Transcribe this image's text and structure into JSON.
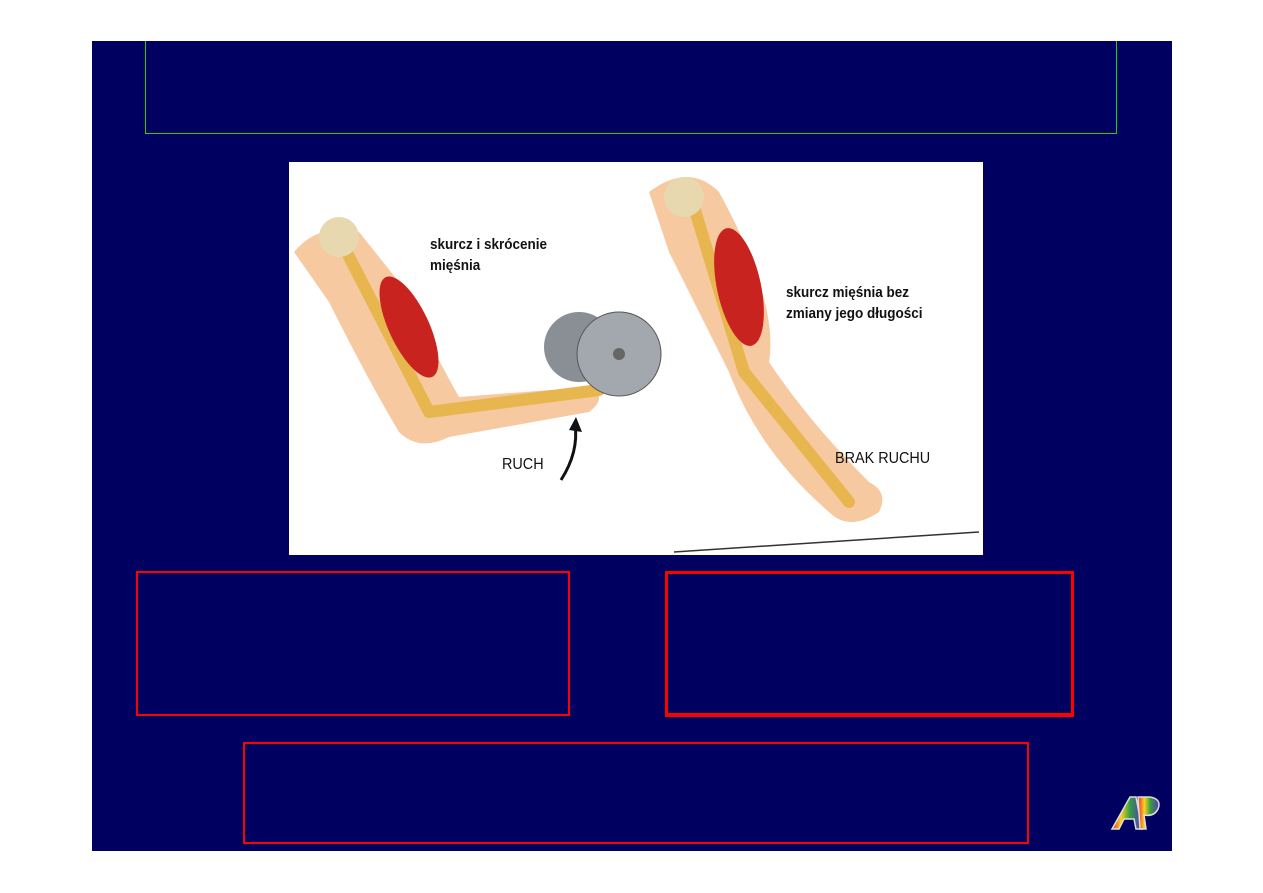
{
  "figure": {
    "label_left": "skurcz i skrócenie mięśnia",
    "label_right": "skurcz mięśnia bez zmiany jego długości",
    "label_ruch": "RUCH",
    "label_brak_ruchu": "BRAK RUCHU"
  },
  "logo": {
    "text": "AP"
  },
  "colors": {
    "background": "#000060",
    "box_border": "#ff0000",
    "title_border": "#22cc22"
  }
}
